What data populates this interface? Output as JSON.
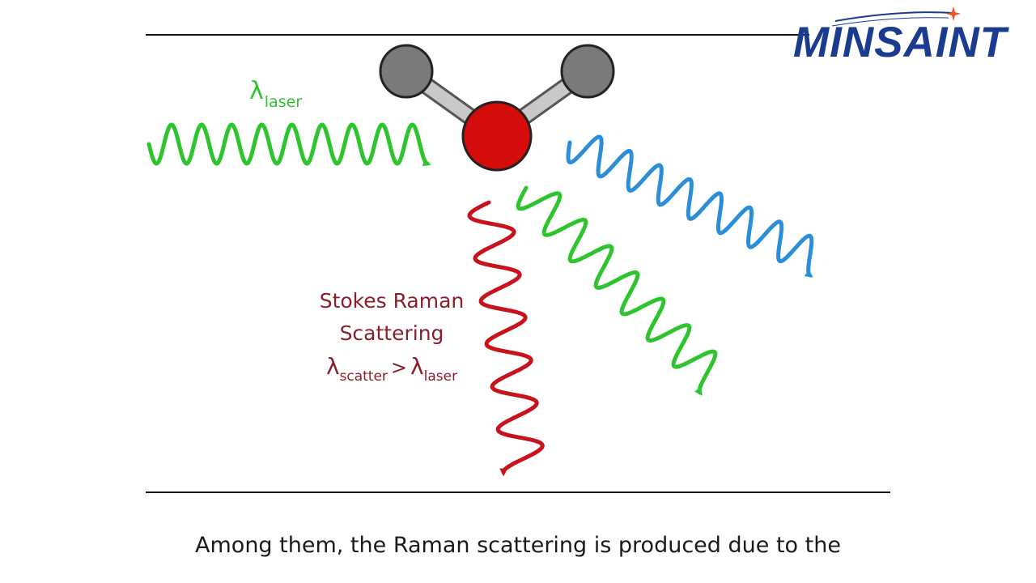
{
  "diagram": {
    "laser_label": {
      "symbol": "λ",
      "subscript": "laser"
    },
    "stokes": {
      "title_line1": "Stokes Raman",
      "title_line2": "Scattering",
      "relation": {
        "left_symbol": "λ",
        "left_subscript": "scatter",
        "operator": ">",
        "right_symbol": "λ",
        "right_subscript": "laser"
      }
    },
    "colors": {
      "laser_green": "#2ec42e",
      "rayleigh_green": "#2ec42e",
      "anti_stokes_blue": "#2a8fd8",
      "stokes_red": "#c8131c",
      "stokes_text": "#8a1f2b",
      "oxygen_red": "#d40c0c",
      "hydrogen_gray": "#7a7a7a"
    }
  },
  "logo": {
    "text": "MINSAINT",
    "color": "#1b3b8f",
    "accent": "#e8542a"
  },
  "caption": {
    "text": "Among them, the Raman scattering is produced due to the"
  }
}
